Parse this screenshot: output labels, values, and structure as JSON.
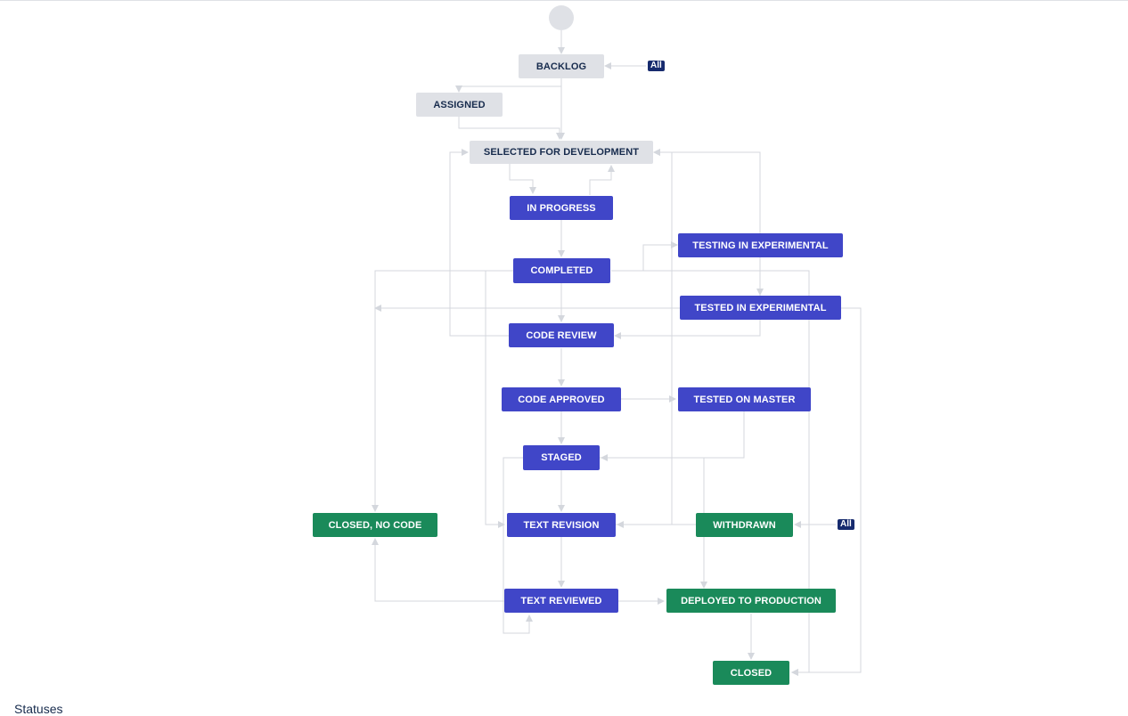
{
  "diagram": {
    "nodes": {
      "backlog": "BACKLOG",
      "assigned": "ASSIGNED",
      "selected": "SELECTED FOR DEVELOPMENT",
      "in_progress": "IN PROGRESS",
      "completed": "COMPLETED",
      "testing_experimental": "TESTING IN EXPERIMENTAL",
      "tested_experimental": "TESTED IN EXPERIMENTAL",
      "code_review": "CODE REVIEW",
      "code_approved": "CODE APPROVED",
      "tested_master": "TESTED ON MASTER",
      "staged": "STAGED",
      "closed_no_code": "CLOSED, NO CODE",
      "text_revision": "TEXT REVISION",
      "withdrawn": "WITHDRAWN",
      "text_reviewed": "TEXT REVIEWED",
      "deployed": "DEPLOYED TO PRODUCTION",
      "closed": "CLOSED"
    },
    "all_badge": "All",
    "colors": {
      "todo": "#dfe1e6",
      "in_progress": "#4046c8",
      "done": "#1a8a5a",
      "edge": "#d4d7dd",
      "badge": "#172b6e"
    }
  },
  "footer": {
    "section_title": "Statuses"
  }
}
